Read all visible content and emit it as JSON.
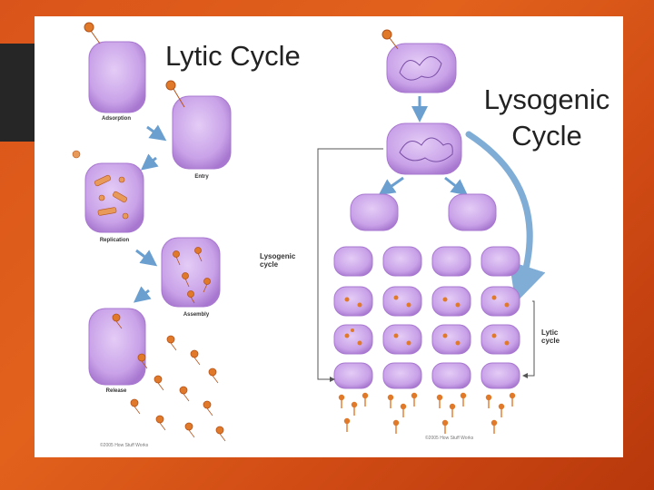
{
  "colors": {
    "background": "#e2621c",
    "dark_bar": "#262626",
    "cell_fill": "#c9a2e8",
    "cell_stroke": "#a878d0",
    "arrow": "#6a9fd0",
    "phage": "#e07a2a"
  },
  "diagram": {
    "lytic_title": "Lytic Cycle",
    "lysogenic_title_line1": "Lysogenic",
    "lysogenic_title_line2": "Cycle",
    "lytic_stages": {
      "adsorption": "Adsorption",
      "entry": "Entry",
      "replication": "Replication",
      "assembly": "Assembly",
      "release": "Release"
    },
    "side_labels": {
      "lysogenic_cycle_line1": "Lysogenic",
      "lysogenic_cycle_line2": "cycle",
      "lytic_cycle_line1": "Lytic",
      "lytic_cycle_line2": "cycle"
    },
    "credits": {
      "left": "©2005 How Stuff Works",
      "right": "©2005 How Stuff Works"
    }
  }
}
